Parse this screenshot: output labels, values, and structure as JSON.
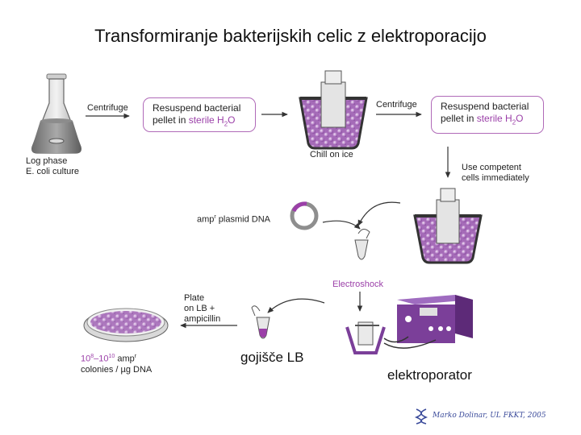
{
  "title": "Transformiranje bakterijskih celic z elektroporacijo",
  "steps": {
    "flask_label_1": "Log phase",
    "flask_label_2": "E. coli culture",
    "centrifuge_1": "Centrifuge",
    "resuspend_1_line1": "Resuspend bacterial",
    "resuspend_1_line2_pre": "pellet in ",
    "resuspend_1_line2_purple": "sterile H",
    "resuspend_1_sub": "2",
    "resuspend_1_end": "O",
    "chill": "Chill on ice",
    "centrifuge_2": "Centrifuge",
    "resuspend_2_line1": "Resuspend bacterial",
    "resuspend_2_line2_pre": "pellet in ",
    "resuspend_2_line2_purple": "sterile H",
    "resuspend_2_sub": "2",
    "resuspend_2_end": "O",
    "use_competent_1": "Use competent",
    "use_competent_2": "cells immediately",
    "plasmid_pre": "amp",
    "plasmid_sup": "r",
    "plasmid_post": " plasmid DNA",
    "electroshock": "Electroshock",
    "plate_1": "Plate",
    "plate_2": "on LB +",
    "plate_3": "ampicillin",
    "colonies_a": "10",
    "colonies_a_sup": "8",
    "colonies_dash": "–10",
    "colonies_b_sup": "10",
    "colonies_amp": " amp",
    "colonies_amp_sup": "r",
    "colonies_line2": "colonies / µg DNA"
  },
  "annotations": {
    "gojisce": "gojišče LB",
    "elektroporator": "elektroporator"
  },
  "credit": "Marko Dolinar, UL FKKT, 2005",
  "colors": {
    "accent": "#9b3fa8",
    "cells": "#b57fc6",
    "device": "#7b3f99"
  }
}
